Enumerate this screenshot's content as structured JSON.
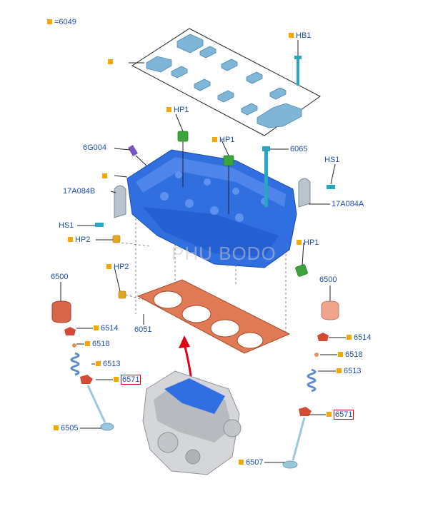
{
  "labels": {
    "top_legend": "=6049",
    "hb1": "HB1",
    "hp1_top": "HP1",
    "hp1_mid": "HP1",
    "hp1_right": "HP1",
    "code_6g004": "6G004",
    "code_6065": "6065",
    "hs1_right": "HS1",
    "hs1_left": "HS1",
    "code_17a084b": "17A084B",
    "code_17a084a": "17A084A",
    "hp2_left": "HP2",
    "hp2_mid": "HP2",
    "code_6500_left": "6500",
    "code_6500_right": "6500",
    "code_6514_left": "6514",
    "code_6514_right": "6514",
    "code_6518_left": "6518",
    "code_6518_right": "6518",
    "code_6513_left": "6513",
    "code_6513_right": "6513",
    "code_6571_left": "6571",
    "code_6571_right": "6571",
    "code_6051": "6051",
    "code_6505": "6505",
    "code_6507": "6507"
  },
  "watermark": "PHU BODO",
  "colors": {
    "label_text": "#1f4fa6",
    "marker": "#f6a800",
    "head_blue": "#2f6fe0",
    "cap_blue": "#7fb6d8",
    "gasket": "#e07a55",
    "green_plug": "#3aa53a",
    "arrow_red": "#e0001a"
  }
}
